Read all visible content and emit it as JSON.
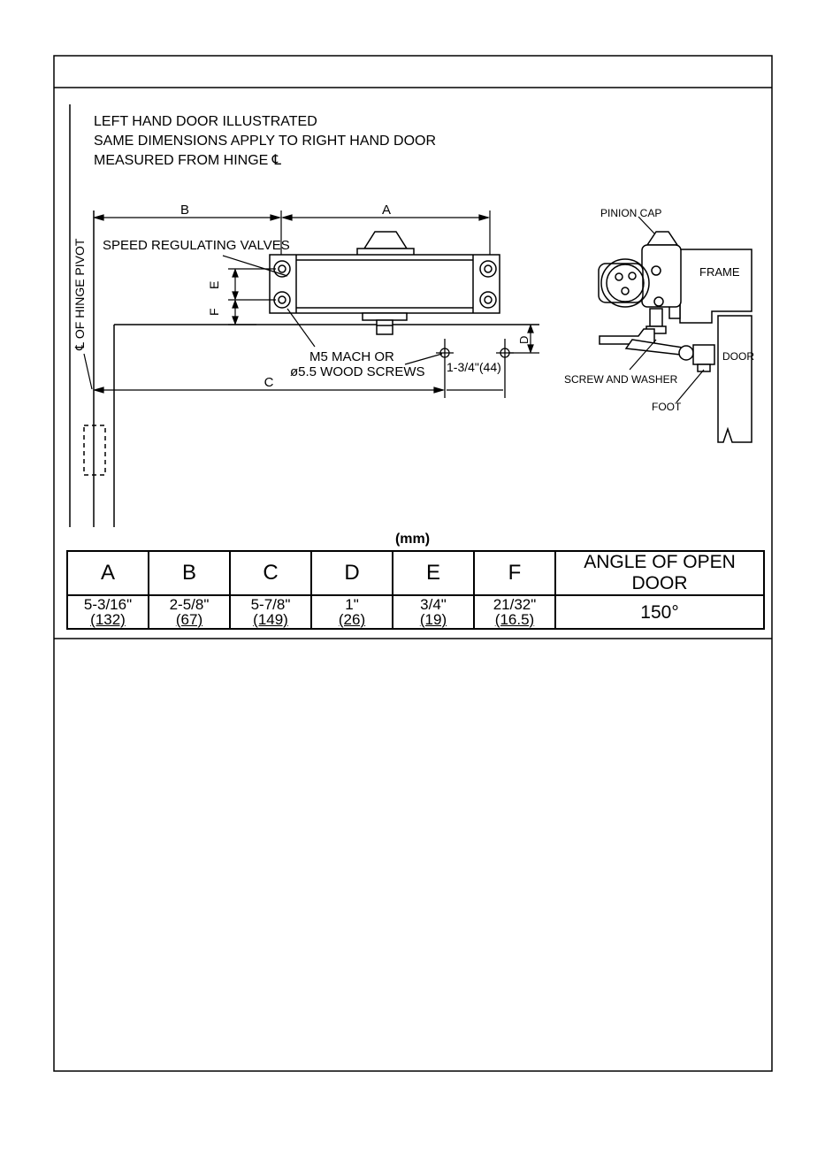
{
  "notes": {
    "line1": "LEFT HAND DOOR ILLUSTRATED",
    "line2": "SAME DIMENSIONS APPLY TO RIGHT HAND DOOR",
    "line3": "MEASURED FROM HINGE ℄"
  },
  "labels": {
    "dim_a": "A",
    "dim_b": "B",
    "dim_c": "C",
    "dim_d": "D",
    "dim_e": "E",
    "dim_f": "F",
    "hinge_pivot": "℄ OF HINGE PIVOT",
    "speed_valves": "SPEED REGULATING VALVES",
    "screws_line1": "M5 MACH OR",
    "screws_line2": "ø5.5 WOOD SCREWS",
    "offset": "1-3/4\"(44)",
    "pinion_cap": "PINION CAP",
    "frame": "FRAME",
    "door": "DOOR",
    "screw_washer": "SCREW AND WASHER",
    "foot": "FOOT"
  },
  "table": {
    "unit": "(mm)",
    "headers": [
      "A",
      "B",
      "C",
      "D",
      "E",
      "F",
      "ANGLE OF OPEN DOOR"
    ],
    "inch": [
      "5-3/16\"",
      "2-5/8\"",
      "5-7/8\"",
      "1\"",
      "3/4\"",
      "21/32\""
    ],
    "mm": [
      "(132)",
      "(67)",
      "(149)",
      "(26)",
      "(19)",
      "(16.5)"
    ],
    "angle": "150°"
  }
}
